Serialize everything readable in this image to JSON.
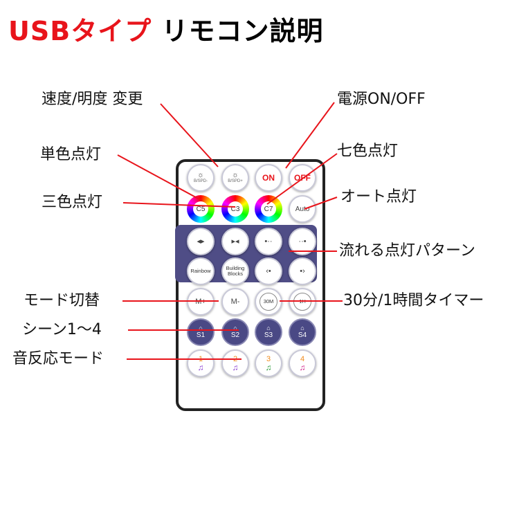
{
  "title": {
    "usb_type": "USBタイプ",
    "remote_desc": "リモコン説明"
  },
  "labels": {
    "speed_brightness": "速度/明度 変更",
    "power": "電源ON/OFF",
    "single_color": "単色点灯",
    "seven_color": "七色点灯",
    "three_color": "三色点灯",
    "auto": "オート点灯",
    "flow_pattern": "流れる点灯パターン",
    "mode_switch": "モード切替",
    "timer": "30分/1時間タイマー",
    "scene": "シーン1〜4",
    "sound_mode": "音反応モード"
  },
  "buttons": {
    "spd_minus": "B/SPD-",
    "spd_plus": "B/SPD+",
    "on": "ON",
    "off": "OFF",
    "c5": "C5",
    "c3": "C3",
    "c7": "C7",
    "auto": "Auto",
    "rainbow": "Rainbow",
    "building_1": "Building",
    "building_2": "Blocks",
    "m_plus": "M+",
    "m_minus": "M-",
    "t30": "30M",
    "t1h": "1H",
    "s1": "S1",
    "s2": "S2",
    "s3": "S3",
    "s4": "S4",
    "n1": "1",
    "n2": "2",
    "n3": "3",
    "n4": "4"
  },
  "colors": {
    "title_red": "#e8141b",
    "line_red": "#e8141b",
    "band": "#4f4d86"
  }
}
